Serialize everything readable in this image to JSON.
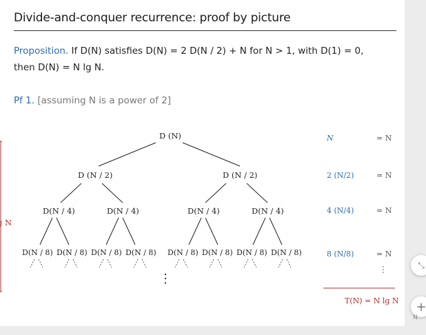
{
  "slide": {
    "title": "Divide-and-conquer recurrence:  proof by picture",
    "proposition": {
      "label": "Proposition.",
      "text": "If D(N) satisfies D(N) = 2 D(N / 2) + N  for N > 1, with D(1) = 0,",
      "text2": "then D(N) = N lg N."
    },
    "proof": {
      "label": "Pf 1.",
      "text": "[assuming N is a power of 2]"
    },
    "left_label": "g N",
    "tree": {
      "root": "D (N)",
      "level1": [
        "D (N / 2)",
        "D (N / 2)"
      ],
      "level2": [
        "D(N / 4)",
        "D(N / 4)",
        "D(N / 4)",
        "D(N / 4)"
      ],
      "level3": [
        "D(N / 8)",
        "D(N / 8)",
        "D(N / 8)",
        "D(N / 8)",
        "D(N / 8)",
        "D(N / 8)",
        "D(N / 8)",
        "D(N / 8)"
      ],
      "vdots": "⋮"
    },
    "level_costs": [
      "N",
      "2 (N/2)",
      "4 (N/4)",
      "8 (N/8)"
    ],
    "level_equals": [
      "= N",
      "= N",
      "= N",
      "= N"
    ],
    "equals_dots": "⋮",
    "total": "T(N) = N lg N"
  },
  "tools": {
    "fit_icon": "fit-screen-icon",
    "zoom_in_icon": "plus-icon",
    "page_mark": "N"
  }
}
